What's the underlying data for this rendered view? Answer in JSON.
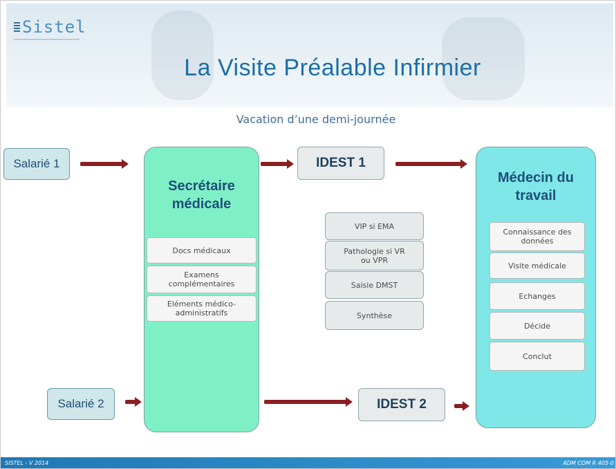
{
  "logo": "Sistel",
  "title": "La Visite Préalable Infirmier",
  "subtitle": "Vacation d’une demi-journée",
  "salarie1": "Salarié 1",
  "salarie2": "Salarié 2",
  "secretaire": {
    "title_line1": "Secrétaire",
    "title_line2": "médicale",
    "items": [
      "Docs médicaux",
      "Examens complémentaires",
      "Eléments médico-administratifs"
    ]
  },
  "idest1": "IDEST 1",
  "idest2": "IDEST 2",
  "idest_tasks": [
    "VIP si EMA",
    "Pathologie si VR ou VPR",
    "Saisie DMST",
    "Synthèse"
  ],
  "medecin": {
    "title_line1": "Médecin du",
    "title_line2": "travail",
    "items": [
      "Connaissance des données",
      "Visite médicale",
      "Echanges",
      "Décide",
      "Conclut"
    ]
  },
  "footer": {
    "left": "SISTEL - V 2014",
    "right": "ADM COM R 405-0"
  },
  "colors": {
    "arrow": "#8a1f22",
    "secretaire_fill": "#7ff0c6",
    "medecin_fill": "#7fe7e7",
    "salarie_fill": "#cfe6ea",
    "title": "#1b6ea8",
    "footer": "#1f78b4"
  }
}
